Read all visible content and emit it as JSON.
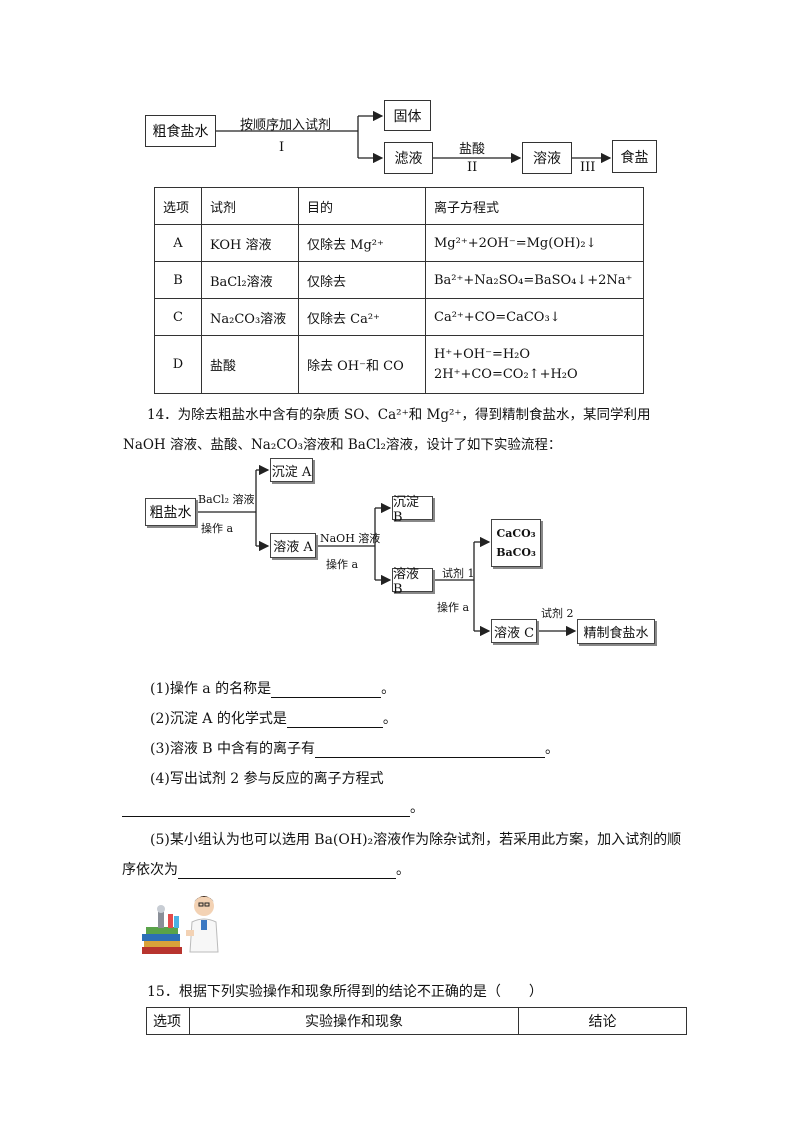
{
  "flow1": {
    "start": "粗食盐水",
    "step_label": "按顺序加入试剂",
    "step_num": "I",
    "solid": "固体",
    "filtrate": "滤液",
    "acid_label": "盐酸",
    "acid_num": "II",
    "solution": "溶液",
    "step3_num": "III",
    "end": "食盐"
  },
  "table1": {
    "headers": [
      "选项",
      "试剂",
      "目的",
      "离子方程式"
    ],
    "rows": [
      {
        "opt": "A",
        "reagent": "KOH 溶液",
        "purpose": "仅除去 Mg²⁺",
        "equation": "Mg²⁺+2OH⁻=Mg(OH)₂↓"
      },
      {
        "opt": "B",
        "reagent": "BaCl₂溶液",
        "purpose": "仅除去",
        "equation": "Ba²⁺+Na₂SO₄=BaSO₄↓+2Na⁺"
      },
      {
        "opt": "C",
        "reagent": "Na₂CO₃溶液",
        "purpose": "仅除去 Ca²⁺",
        "equation": "Ca²⁺+CO=CaCO₃↓"
      },
      {
        "opt": "D",
        "reagent": "盐酸",
        "purpose": "除去 OH⁻和 CO",
        "equation": "H⁺+OH⁻=H₂O",
        "equation2": "2H⁺+CO=CO₂↑+H₂O"
      }
    ]
  },
  "q14": {
    "line1": "14．为除去粗盐水中含有的杂质 SO、Ca²⁺和 Mg²⁺，得到精制食盐水，某同学利用",
    "line2": "NaOH 溶液、盐酸、Na₂CO₃溶液和 BaCl₂溶液，设计了如下实验流程："
  },
  "flow2": {
    "start": "粗盐水",
    "r1": "BaCl₂ 溶液",
    "op": "操作 a",
    "ppt_a": "沉淀 A",
    "sol_a": "溶液 A",
    "r2": "NaOH 溶液",
    "op2": "操作 a",
    "ppt_b": "沉淀 B",
    "sol_b": "溶液 B",
    "r3": "试剂 1",
    "op3": "操作 a",
    "caco3": "CaCO₃",
    "baco3": "BaCO₃",
    "sol_c": "溶液 C",
    "r4": "试剂 2",
    "end": "精制食盐水"
  },
  "questions": {
    "q1": "(1)操作 a 的名称是",
    "q2": "(2)沉淀 A 的化学式是",
    "q3": "(3)溶液 B 中含有的离子有",
    "q4": "(4)写出试剂 2 参与反应的离子方程式",
    "q5a": "(5)某小组认为也可以选用 Ba(OH)₂溶液作为除杂试剂，若采用此方案，加入试剂的顺",
    "q5b": "序依次为",
    "period": "。"
  },
  "q15": {
    "text": "15．根据下列实验操作和现象所得到的结论不正确的是（　　）",
    "headers": [
      "选项",
      "实验操作和现象",
      "结论"
    ]
  }
}
